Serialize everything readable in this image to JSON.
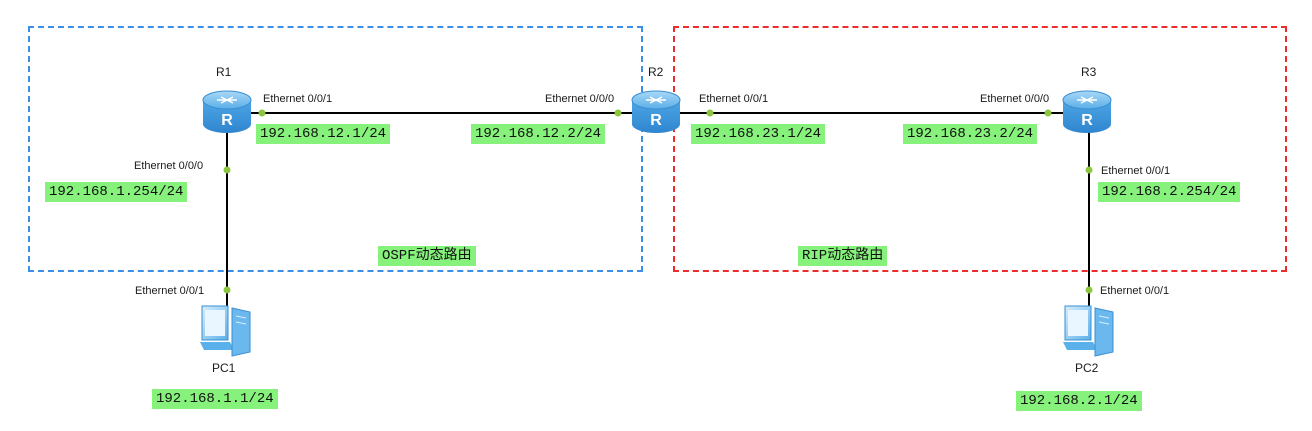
{
  "areas": {
    "ospf_label": "OSPF动态路由",
    "rip_label": "RIP动态路由"
  },
  "devices": {
    "r1": "R1",
    "r2": "R2",
    "r3": "R3",
    "pc1": "PC1",
    "pc2": "PC2"
  },
  "interfaces": {
    "r1_e001": "Ethernet 0/0/1",
    "r1_e000": "Ethernet 0/0/0",
    "r2_e000": "Ethernet 0/0/0",
    "r2_e001": "Ethernet 0/0/1",
    "r3_e000": "Ethernet 0/0/0",
    "r3_e001": "Ethernet 0/0/1",
    "pc1_e001": "Ethernet 0/0/1",
    "pc2_e001": "Ethernet 0/0/1"
  },
  "ips": {
    "r1_e001": "192.168.12.1/24",
    "r2_e000": "192.168.12.2/24",
    "r2_e001": "192.168.23.1/24",
    "r3_e000": "192.168.23.2/24",
    "r1_e000": "192.168.1.254/24",
    "r3_e001": "192.168.2.254/24",
    "pc1": "192.168.1.1/24",
    "pc2": "192.168.2.1/24"
  },
  "colors": {
    "ospf_border": "#3b8fe6",
    "rip_border": "#ee2c2c",
    "ip_highlight": "#86f27c",
    "router_body": "#4ea6e6",
    "link": "#000000",
    "port_dot": "#8cc63f"
  },
  "icons": {
    "router": "router-icon",
    "pc": "pc-icon"
  }
}
